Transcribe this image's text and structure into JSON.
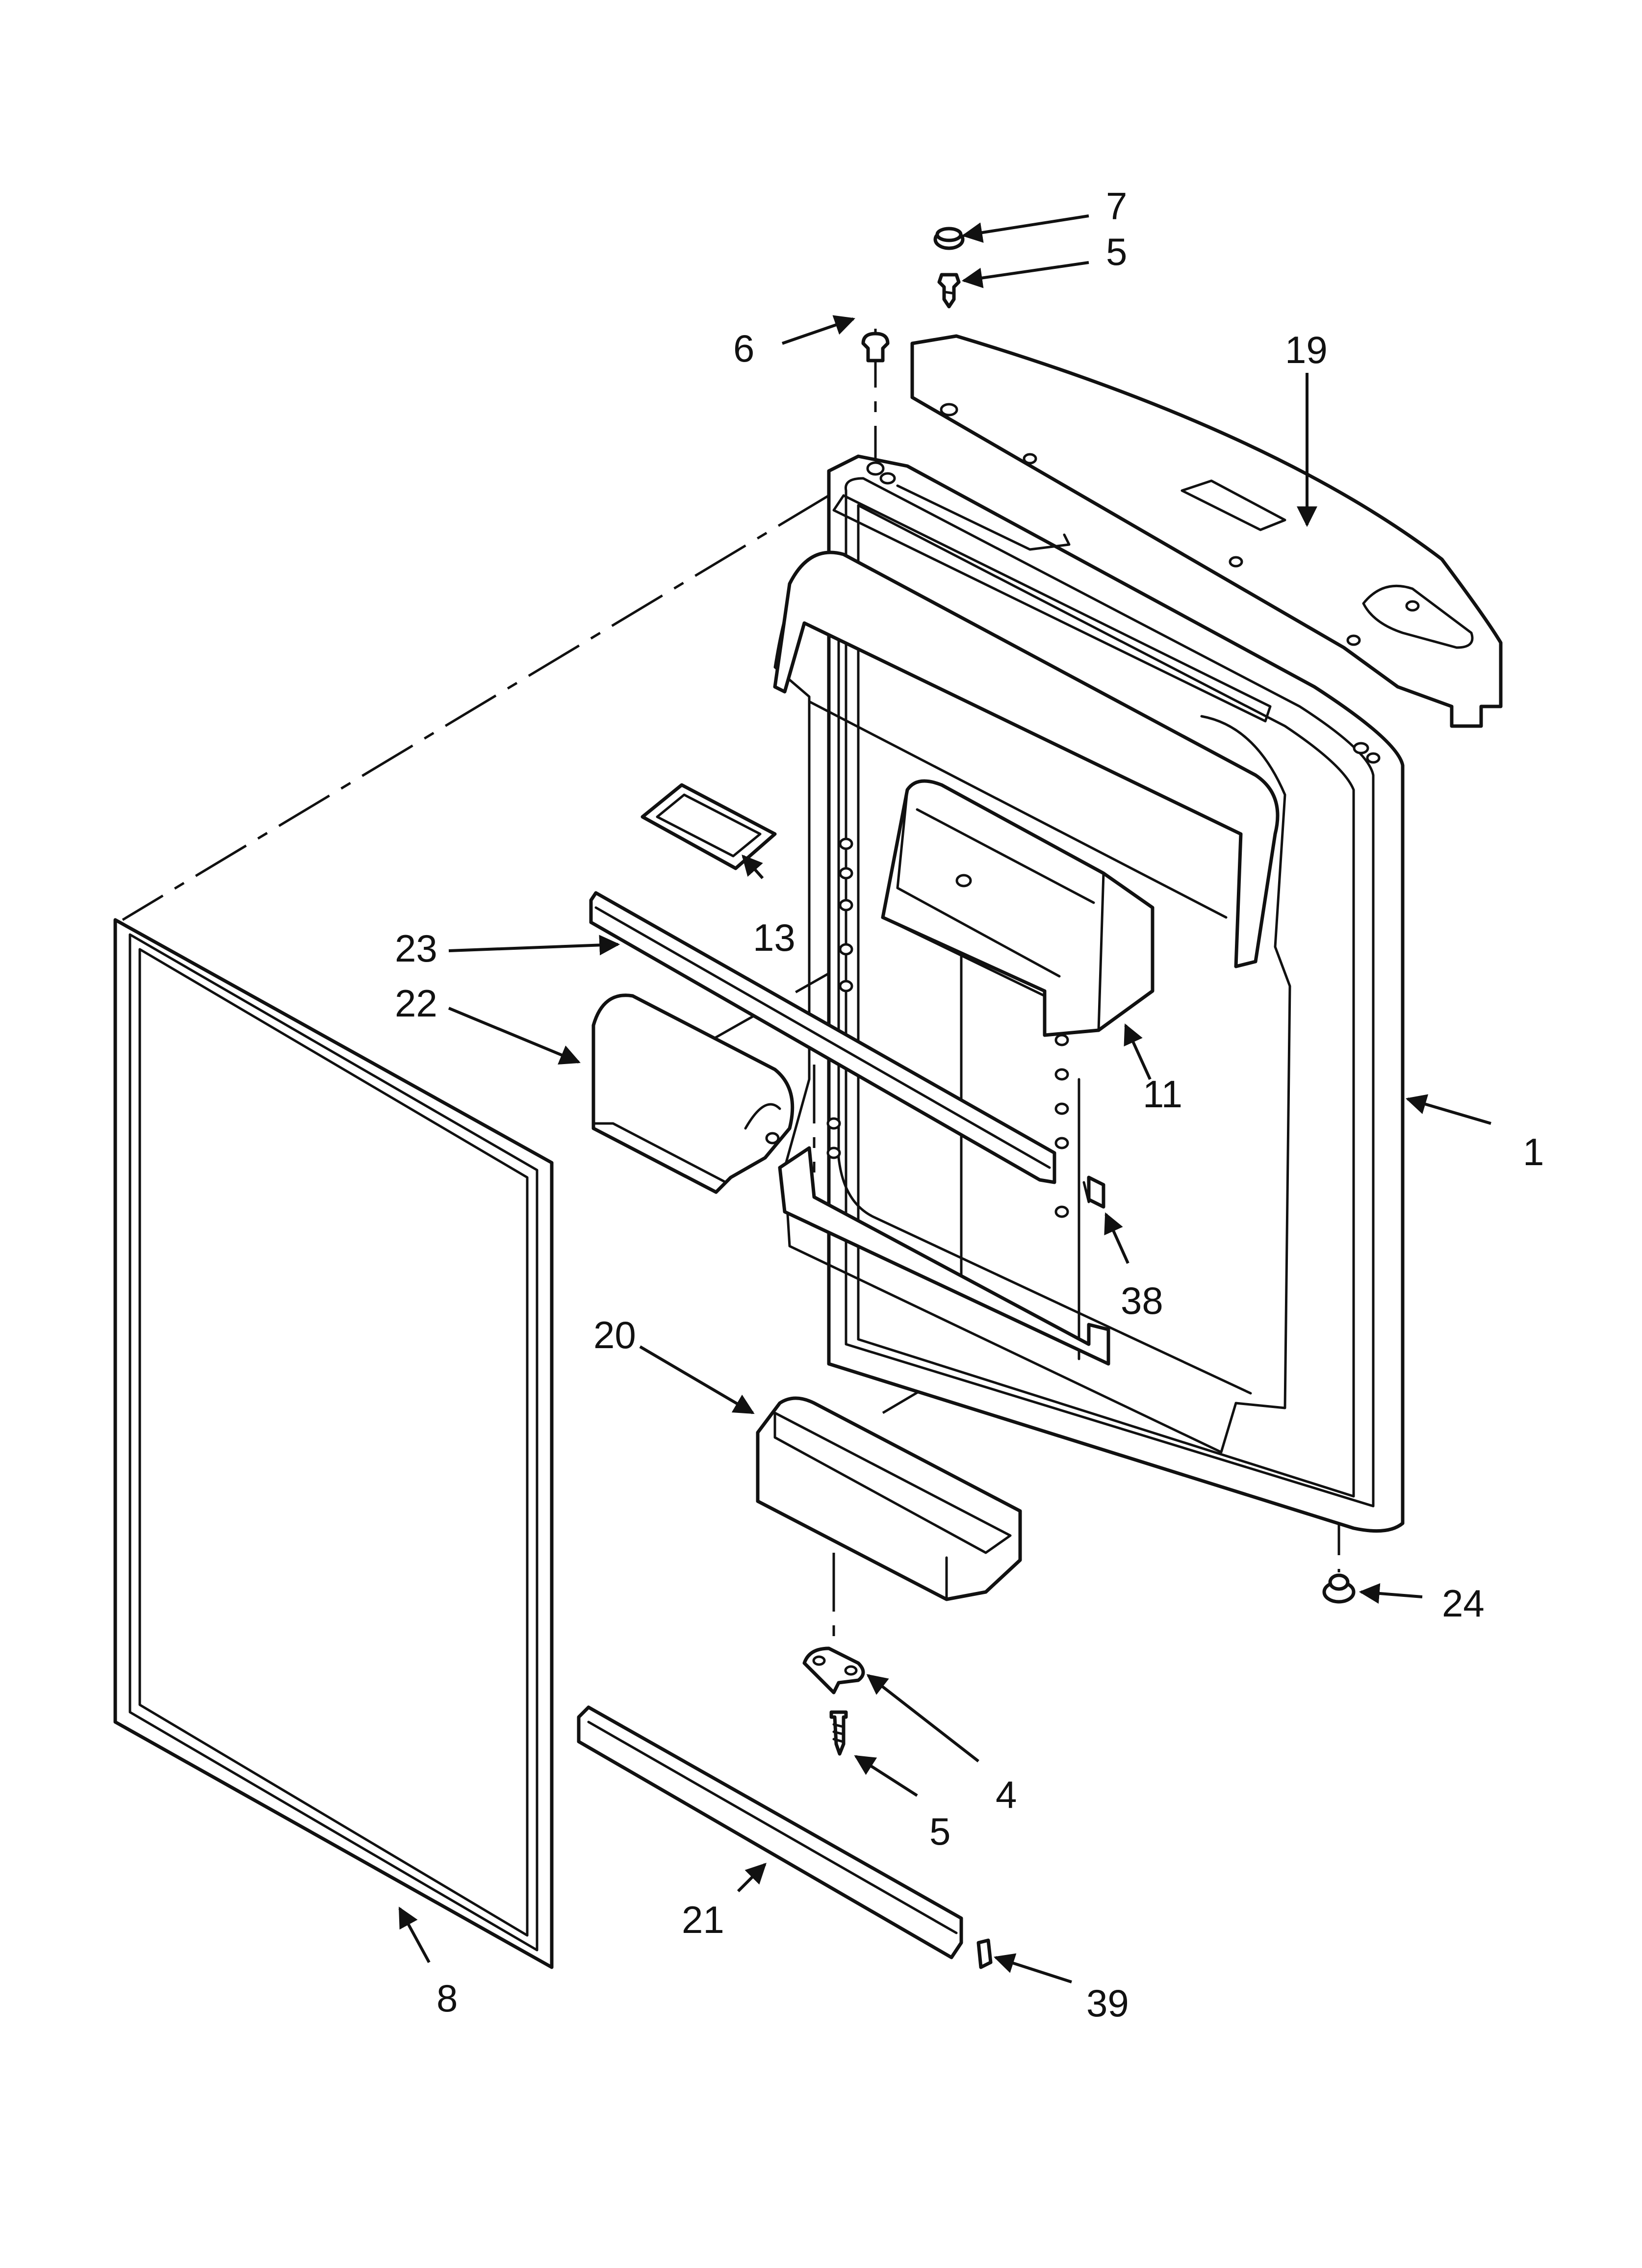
{
  "callouts": [
    "1",
    "4",
    "5",
    "5",
    "6",
    "7",
    "8",
    "11",
    "13",
    "19",
    "20",
    "21",
    "22",
    "23",
    "24",
    "38",
    "39"
  ]
}
